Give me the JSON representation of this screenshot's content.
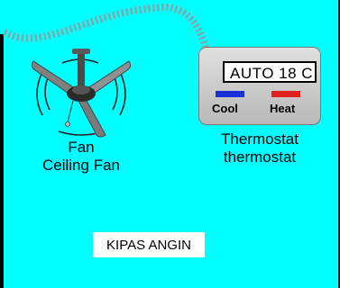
{
  "devices": [
    {
      "name": "Fan",
      "type": "Ceiling Fan",
      "icon": "ceiling-fan-icon"
    },
    {
      "name": "Thermostat",
      "type": "thermostat",
      "icon": "thermostat-icon"
    }
  ],
  "thermostat": {
    "display": "AUTO  18 C",
    "cool_label": "Cool",
    "heat_label": "Heat",
    "cool_color": "#1a2fd8",
    "heat_color": "#e01f1f"
  },
  "room": {
    "label": "KIPAS ANGIN",
    "background_color": "#00ffff"
  }
}
